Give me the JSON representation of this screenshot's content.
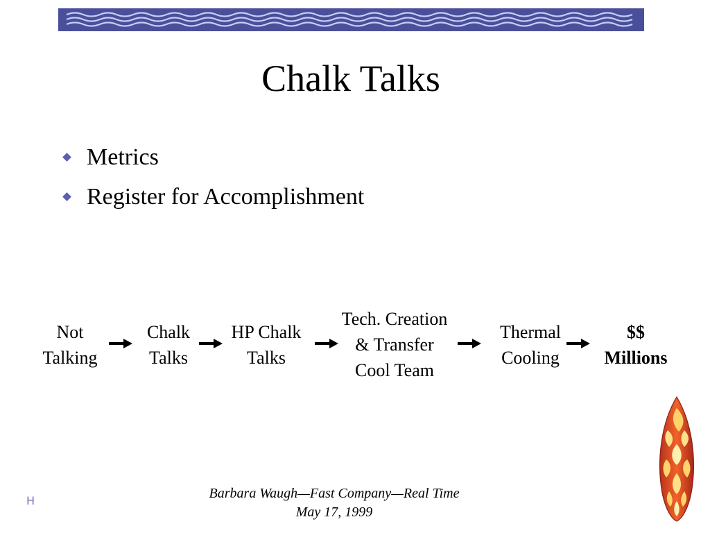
{
  "slide": {
    "title": "Chalk Talks",
    "bullets": [
      {
        "label": "Metrics"
      },
      {
        "label": "Register for Accomplishment"
      }
    ],
    "flow": [
      {
        "lines": [
          "Not",
          "Talking"
        ]
      },
      {
        "lines": [
          "Chalk",
          "Talks"
        ]
      },
      {
        "lines": [
          "HP Chalk",
          "Talks"
        ]
      },
      {
        "lines": [
          "Tech. Creation",
          "& Transfer",
          "Cool Team"
        ]
      },
      {
        "lines": [
          "Thermal",
          "Cooling"
        ]
      },
      {
        "lines": [
          "$$",
          "Millions"
        ]
      }
    ],
    "footer": {
      "line1": "Barbara Waugh—Fast Company—Real  Time",
      "line2": "May 17, 1999"
    },
    "corner_mark": "H"
  },
  "colors": {
    "banner": "#4a4f9a",
    "banner_waves": "#c6cdf6",
    "bullet": "#5a5fae",
    "arrow": "#000000"
  },
  "icons": {
    "bullet": "diamond-bullet-icon",
    "arrow": "right-arrow-icon",
    "decoration": "surfboard-icon"
  }
}
